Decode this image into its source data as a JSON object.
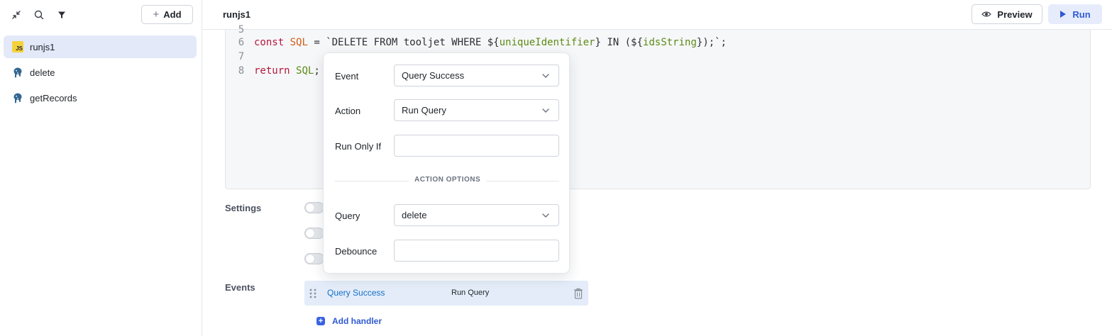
{
  "sidebar": {
    "add_label": "Add",
    "items": [
      {
        "label": "runjs1",
        "icon": "js-icon",
        "badge": "JS",
        "active": true
      },
      {
        "label": "delete",
        "icon": "postgresql-icon",
        "active": false
      },
      {
        "label": "getRecords",
        "icon": "postgresql-icon",
        "active": false
      }
    ]
  },
  "header": {
    "title": "runjs1",
    "preview_label": "Preview",
    "run_label": "Run"
  },
  "editor": {
    "lines": [
      {
        "num": "5",
        "text": ""
      },
      {
        "num": "6",
        "t1": "const",
        "t2": " ",
        "t3": "SQL",
        "t4": " = `DELETE FROM tooljet WHERE ${",
        "t5": "uniqueIdentifier",
        "t6": "} IN (${",
        "t7": "idsString",
        "t8": "});`;"
      },
      {
        "num": "7",
        "text": ""
      },
      {
        "num": "8",
        "t1": "return",
        "t2": " ",
        "t3": "SQL",
        "t4": ";"
      }
    ]
  },
  "settings": {
    "label": "Settings"
  },
  "events": {
    "label": "Events",
    "handler": {
      "event": "Query Success",
      "action": "Run Query"
    },
    "add_handler_label": "Add handler"
  },
  "popover": {
    "event": {
      "label": "Event",
      "value": "Query Success"
    },
    "action": {
      "label": "Action",
      "value": "Run Query"
    },
    "run_only_if": {
      "label": "Run Only If",
      "value": ""
    },
    "section_label": "ACTION OPTIONS",
    "query": {
      "label": "Query",
      "value": "delete"
    },
    "debounce": {
      "label": "Debounce",
      "value": ""
    }
  },
  "colors": {
    "accent": "#2f5ad3",
    "active_item": "#e3e9f8",
    "event_link": "#1670c9",
    "js_badge": "#f5d23a"
  }
}
